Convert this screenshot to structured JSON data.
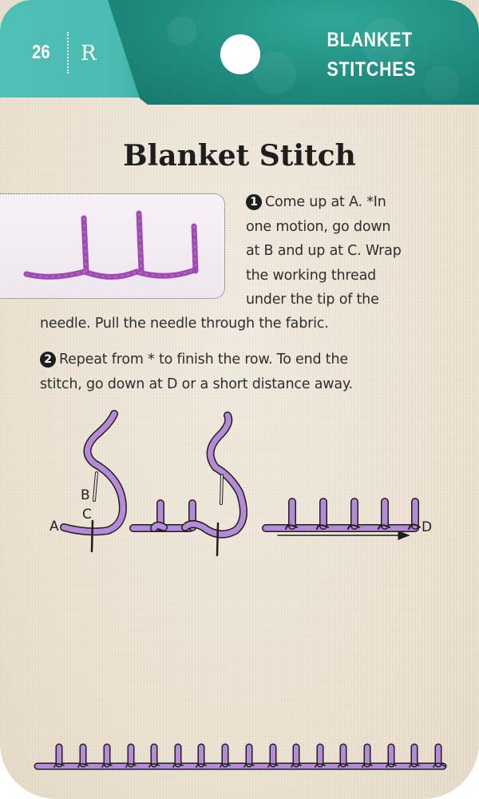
{
  "header": {
    "page_number": "26",
    "side_letter": "R",
    "category_line1": "BLANKET",
    "category_line2": "STITCHES",
    "colors": {
      "teal_light": "#4fc0b6",
      "teal_dark": "#1f8a7e"
    }
  },
  "title": "Blanket Stitch",
  "photo": {
    "description": "Embroidered blanket stitch sample in purple thread",
    "thread_color": "#a04bb4"
  },
  "steps": [
    {
      "number": "1",
      "lines": [
        "Come up at A. *In",
        "one motion, go down",
        "at B and up at C. Wrap",
        "the working thread",
        "under the tip of the"
      ],
      "continuation": "needle. Pull the needle through the fabric."
    },
    {
      "number": "2",
      "lines": [
        "Repeat from * to finish the row. To end the",
        "stitch, go down at D or a short distance away."
      ]
    }
  ],
  "diagram": {
    "labels": {
      "a": "A",
      "b": "B",
      "c": "C",
      "d": "D"
    },
    "thread_color": "#b58ad6",
    "outline_color": "#1e1e1e"
  },
  "footer_row": {
    "stitch_count": 17
  }
}
